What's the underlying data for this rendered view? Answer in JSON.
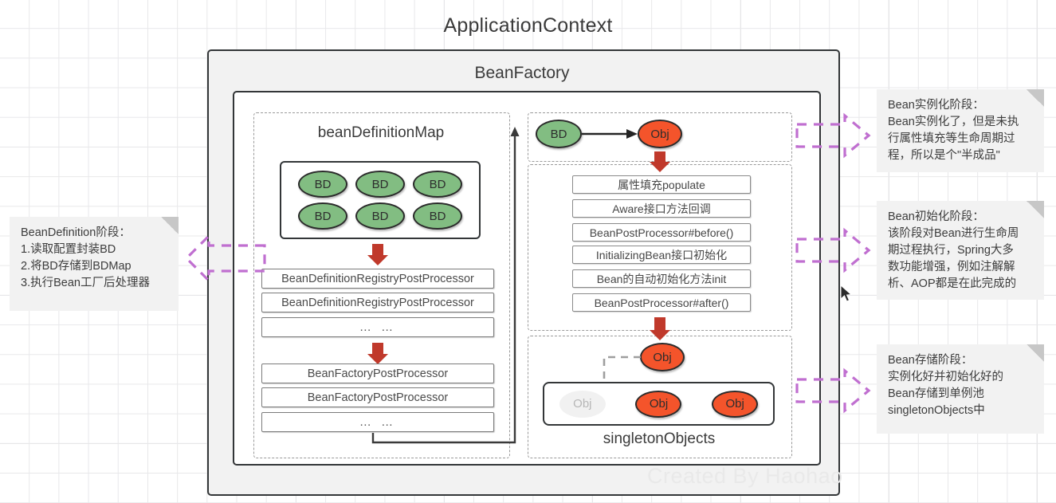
{
  "diagram": {
    "app_title": "ApplicationContext",
    "bean_factory_title": "BeanFactory",
    "watermark": "Created By Haohao"
  },
  "bean_definition_map": {
    "title": "beanDefinitionMap",
    "bd_nodes": [
      "BD",
      "BD",
      "BD",
      "BD",
      "BD",
      "BD"
    ],
    "processor_rows_group_1": [
      "BeanDefinitionRegistryPostProcessor",
      "BeanDefinitionRegistryPostProcessor",
      "… …"
    ],
    "processor_rows_group_2": [
      "BeanFactoryPostProcessor",
      "BeanFactoryPostProcessor",
      "… …"
    ]
  },
  "instantiation": {
    "bd_label": "BD",
    "obj_label": "Obj"
  },
  "initialization": {
    "steps": [
      "属性填充populate",
      "Aware接口方法回调",
      "BeanPostProcessor#before()",
      "InitializingBean接口初始化",
      "Bean的自动初始化方法init",
      "BeanPostProcessor#after()"
    ]
  },
  "singleton_objects": {
    "title": "singletonObjects",
    "incoming_obj": "Obj",
    "pool": [
      {
        "label": "Obj",
        "state": "ghost"
      },
      {
        "label": "Obj",
        "state": "filled"
      },
      {
        "label": "Obj",
        "state": "filled"
      }
    ]
  },
  "notes": {
    "bean_definition": {
      "line1": "BeanDefinition阶段：",
      "line2": "1.读取配置封装BD",
      "line3": "2.将BD存储到BDMap",
      "line4": "3.执行Bean工厂后处理器"
    },
    "instantiation": {
      "line1": "Bean实例化阶段：",
      "line2": "Bean实例化了，但是未执",
      "line3": "行属性填充等生命周期过",
      "line4": "程，所以是个\"半成品\""
    },
    "initialization": {
      "line1": "Bean初始化阶段：",
      "line2": "该阶段对Bean进行生命周",
      "line3": "期过程执行，Spring大多",
      "line4": "数功能增强，例如注解解",
      "line5": "析、AOP都是在此完成的"
    },
    "storage": {
      "line1": "Bean存储阶段：",
      "line2": "实例化好并初始化好的",
      "line3": "Bean存储到单例池",
      "line4": "singletonObjects中"
    }
  },
  "colors": {
    "bd_green": "#82bd82",
    "obj_red": "#f4542b",
    "arrow_red": "#c0392b",
    "note_purple": "#c06fd0",
    "panel_gray": "#f2f2f2",
    "border_dark": "#333638"
  }
}
